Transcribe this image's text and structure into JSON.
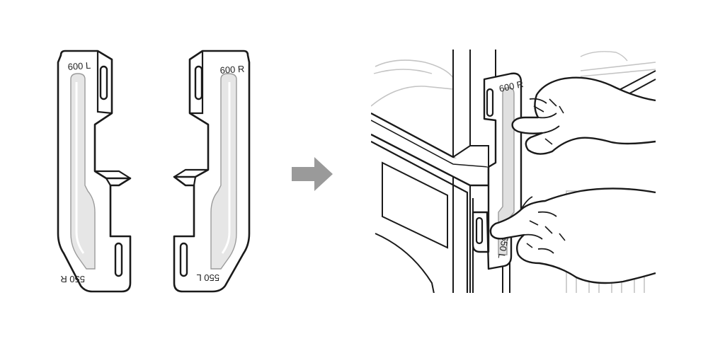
{
  "left_bracket": {
    "top_label": "600 L",
    "bottom_label": "550 R"
  },
  "right_bracket": {
    "top_label": "600 R",
    "bottom_label": "550 L"
  },
  "installed_bracket": {
    "top_label": "600 R",
    "bottom_label": "550 L"
  },
  "icons": {
    "step_arrow": "right-arrow-icon"
  },
  "colors": {
    "outline": "#1a1a1a",
    "arrow": "#9a9a9a",
    "bracket_groove": "#d9d9d9",
    "background": "#ffffff"
  }
}
